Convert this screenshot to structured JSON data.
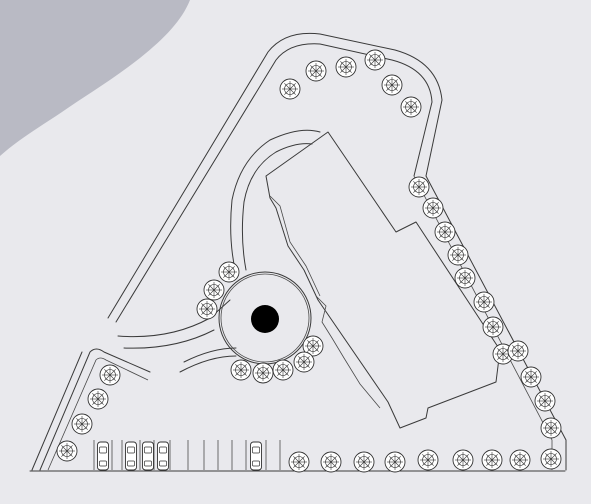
{
  "colors": {
    "background": "#e9e9ed",
    "water": "#b9bac4",
    "linework": "#3a3a3a",
    "fountain": "#000000"
  },
  "site_plan": {
    "water_area": "water-shape",
    "building": "building-footprint",
    "roundabout": "roundabout-drive",
    "fountain": "central-fountain-dot",
    "tree_count": 37,
    "parked_car_count": 5,
    "parking_stall_count": 12
  }
}
